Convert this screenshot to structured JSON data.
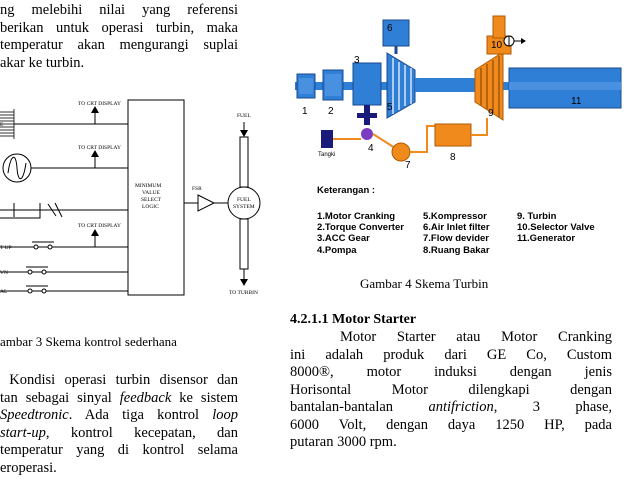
{
  "left": {
    "top_paragraph_lines": [
      "ng melebihi nilai yang referensi",
      "berikan untuk operasi turbin, maka",
      "temperatur akan mengurangi suplai",
      "akar ke turbin."
    ],
    "diagram": {
      "label_crt_1": "TO CRT DISPLAY",
      "label_crt_2": "TO CRT DISPLAY",
      "label_crt_3": "TO CRT DISPLAY",
      "label_fuel": "FUEL",
      "block_lines": [
        "MINIMUM",
        "VALUE",
        "SELECT",
        "LOGIC"
      ],
      "label_fsr": "FSR",
      "fuel_system_lines": [
        "FUEL",
        "SYSTEM"
      ],
      "label_to_turbin": "TO TURBIN",
      "edge_label_1": "E",
      "edge_label_2": "T UP",
      "edge_label_3": "VN",
      "edge_label_4": "AL"
    },
    "caption": "ambar 3 Skema kontrol sederhana",
    "body_lines": [
      "Kondisi operasi turbin disensor dan",
      "tan sebagai sinyal feedback ke sistem",
      "Speedtronic. Ada tiga kontrol loop",
      "start-up, kontrol kecepatan, dan",
      "temperatur yang di kontrol selama",
      "eroperasi."
    ]
  },
  "right": {
    "figure": {
      "numbers": [
        "1",
        "2",
        "3",
        "4",
        "5",
        "6",
        "7",
        "8",
        "9",
        "10",
        "11"
      ],
      "label_tangki": "Tangki",
      "keterangan_title": "Keterangan :",
      "legend_col1": [
        "1.Motor Cranking",
        "2.Torque Converter",
        "3.ACC Gear",
        "4.Pompa"
      ],
      "legend_col2": [
        "5.Kompressor",
        "6.Air Inlet filter",
        "7.Flow devider",
        "8.Ruang Bakar"
      ],
      "legend_col3": [
        "9.  Turbin",
        "10.Selector Valve",
        "11.Generator"
      ],
      "colors": {
        "blue": "#2f7fd6",
        "orange": "#f08a1c",
        "dark_blue": "#1a1a7a",
        "purple": "#7a3cc0"
      }
    },
    "caption": "Gambar 4   Skema Turbin",
    "section_heading": "4.2.1.1  Motor  Starter",
    "body_lines": [
      "Motor Starter atau Motor Cranking",
      "ini adalah produk dari GE Co, Custom",
      "8000®, motor induksi dengan jenis",
      "Horisontal Motor dilengkapi dengan",
      "bantalan-bantalan antifriction, 3 phase,",
      "6000 Volt, dengan daya 1250 HP, pada",
      "putaran 3000 rpm."
    ]
  }
}
